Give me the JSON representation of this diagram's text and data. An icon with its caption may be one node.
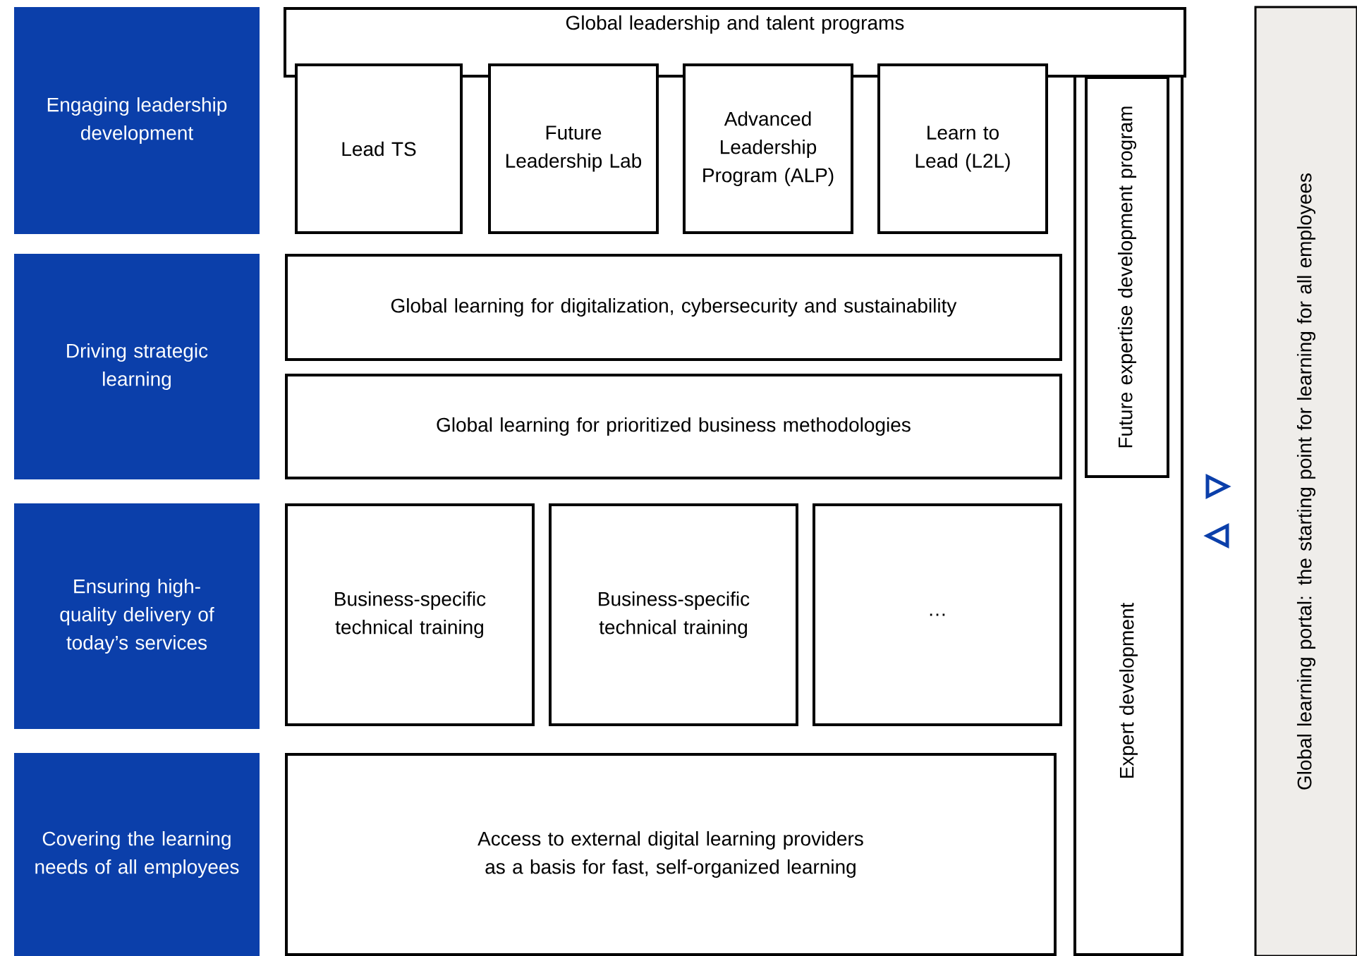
{
  "diagram": {
    "nodes": [
      {
        "text": [
          "Engaging leadership development"
        ]
      },
      {
        "text": [
          "Driving strategic learning"
        ]
      },
      {
        "text": [
          "Ensuring high-quality delivery of today’s services"
        ]
      },
      {
        "text": [
          "Covering the learning needs of all employees"
        ]
      },
      {
        "text": [
          "Global leadership and talent programs"
        ]
      },
      {
        "text": [
          "Lead TS"
        ]
      },
      {
        "text": [
          "Future Leadership Lab"
        ]
      },
      {
        "text": [
          "Advanced Leadership Program (ALP)"
        ]
      },
      {
        "text": [
          "Learn to Lead (L2L)"
        ]
      },
      {
        "text": [
          "Global learning for digitalization, cybersecurity and sustainability"
        ]
      },
      {
        "text": [
          "Global learning for prioritized business methodologies"
        ]
      },
      {
        "text": [
          "Business-specific technical training"
        ]
      },
      {
        "text": [
          "Business-specific technical training"
        ]
      },
      {
        "text": [
          "…"
        ]
      },
      {
        "text": [
          "Access to external digital learning providers as a basis for fast, self-organized learning"
        ]
      },
      {
        "text": [
          "Expert development"
        ]
      },
      {
        "text": [
          "Future expertise development program"
        ],
        "in": 15
      },
      {
        "text": [
          "Global learning portal: the starting point for learning for all employees"
        ]
      }
    ]
  }
}
